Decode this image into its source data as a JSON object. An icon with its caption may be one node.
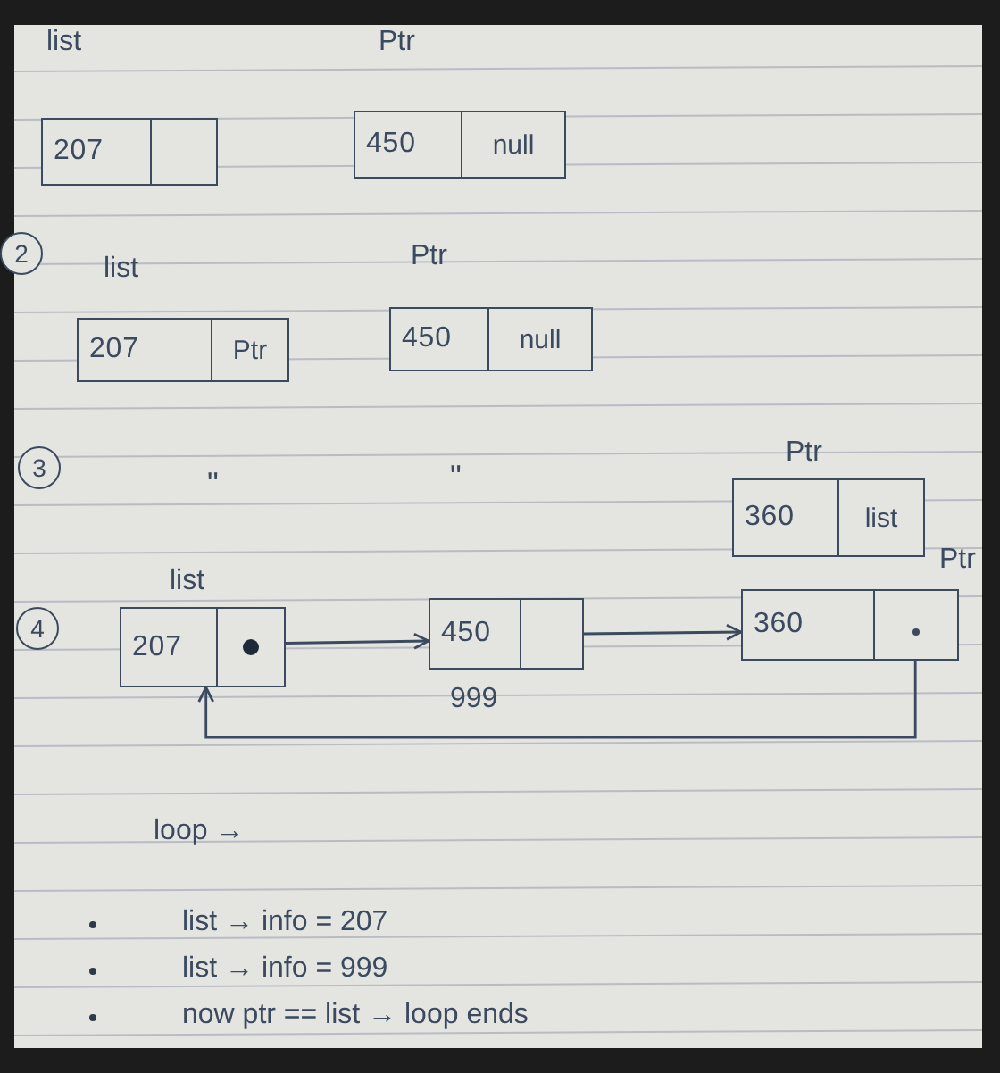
{
  "diagram": {
    "nodes": [
      {
        "text": [
          "207"
        ],
        "beside": [
          "list"
        ]
      },
      {
        "text": [
          "450",
          "null"
        ],
        "beside": [
          "Ptr"
        ]
      },
      {
        "text": [
          "2"
        ]
      },
      {
        "text": [
          "207",
          "Ptr"
        ],
        "beside": [
          "list"
        ]
      },
      {
        "text": [
          "450",
          "null"
        ],
        "beside": [
          "Ptr"
        ]
      },
      {
        "text": [
          "3"
        ]
      },
      {
        "text": [
          "360",
          "list"
        ],
        "beside": [
          "Ptr"
        ]
      },
      {
        "text": [
          "4"
        ]
      },
      {
        "text": [
          "207"
        ],
        "beside": [
          "list"
        ]
      },
      {
        "text": [
          "450"
        ],
        "beside": [
          "999"
        ]
      },
      {
        "text": [
          "360"
        ],
        "beside": [
          "Ptr"
        ]
      }
    ],
    "edges": [
      {
        "from": 8,
        "to": 9,
        "arrow": "to"
      },
      {
        "from": 9,
        "to": 10,
        "arrow": "to"
      },
      {
        "from": 10,
        "to": 8,
        "arrow": "to"
      }
    ],
    "labels": [
      "\"",
      "\"",
      "loop →",
      "list → info = 207",
      "list → info = 999",
      "now ptr == list → loop ends"
    ]
  }
}
